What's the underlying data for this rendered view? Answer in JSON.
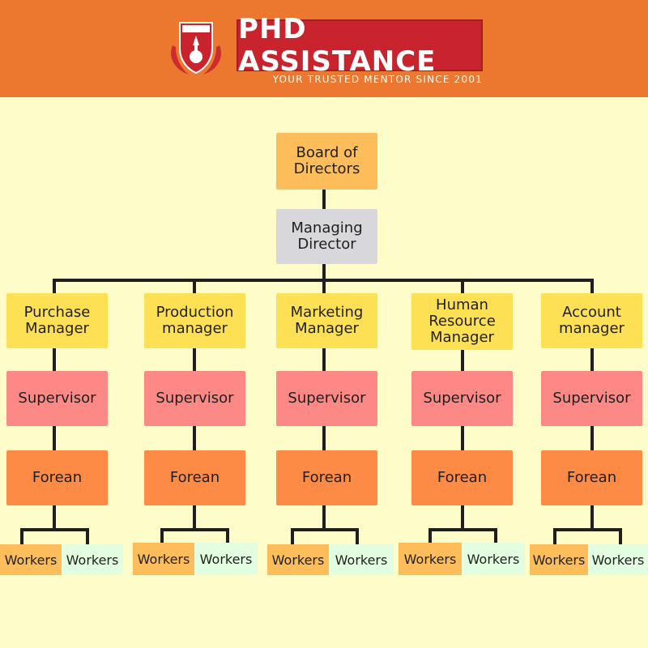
{
  "brand": {
    "name": "PHD ASSISTANCE",
    "tagline": "YOUR TRUSTED MENTOR SINCE 2001",
    "colors": {
      "banner": "#ec772f",
      "brand_box": "#c9242d",
      "background": "#fefdc9"
    },
    "logo_icon": "shield-crest-icon"
  },
  "chart": {
    "board": "Board of\nDirectors",
    "managing_director": "Managing\nDirector",
    "departments": [
      {
        "manager": "Purchase\nManager",
        "supervisor": "Supervisor",
        "foreman": "Forean",
        "workers": [
          "Workers",
          "Workers"
        ]
      },
      {
        "manager": "Production\nmanager",
        "supervisor": "Supervisor",
        "foreman": "Forean",
        "workers": [
          "Workers",
          "Workers"
        ]
      },
      {
        "manager": "Marketing\nManager",
        "supervisor": "Supervisor",
        "foreman": "Forean",
        "workers": [
          "Workers",
          "Workers"
        ]
      },
      {
        "manager": "Human\nResource\nManager",
        "supervisor": "Supervisor",
        "foreman": "Forean",
        "workers": [
          "Workers",
          "Workers"
        ]
      },
      {
        "manager": "Account\nmanager",
        "supervisor": "Supervisor",
        "foreman": "Forean",
        "workers": [
          "Workers",
          "Workers"
        ]
      }
    ],
    "colors": {
      "board": "#fdbd5a",
      "managing_director": "#d8d8dc",
      "manager": "#fde053",
      "supervisor": "#fd8987",
      "foreman": "#fd8a45",
      "worker_left": "#fdbd5a",
      "worker_right": "#e3fde0",
      "connector": "#1f1f1f"
    }
  }
}
